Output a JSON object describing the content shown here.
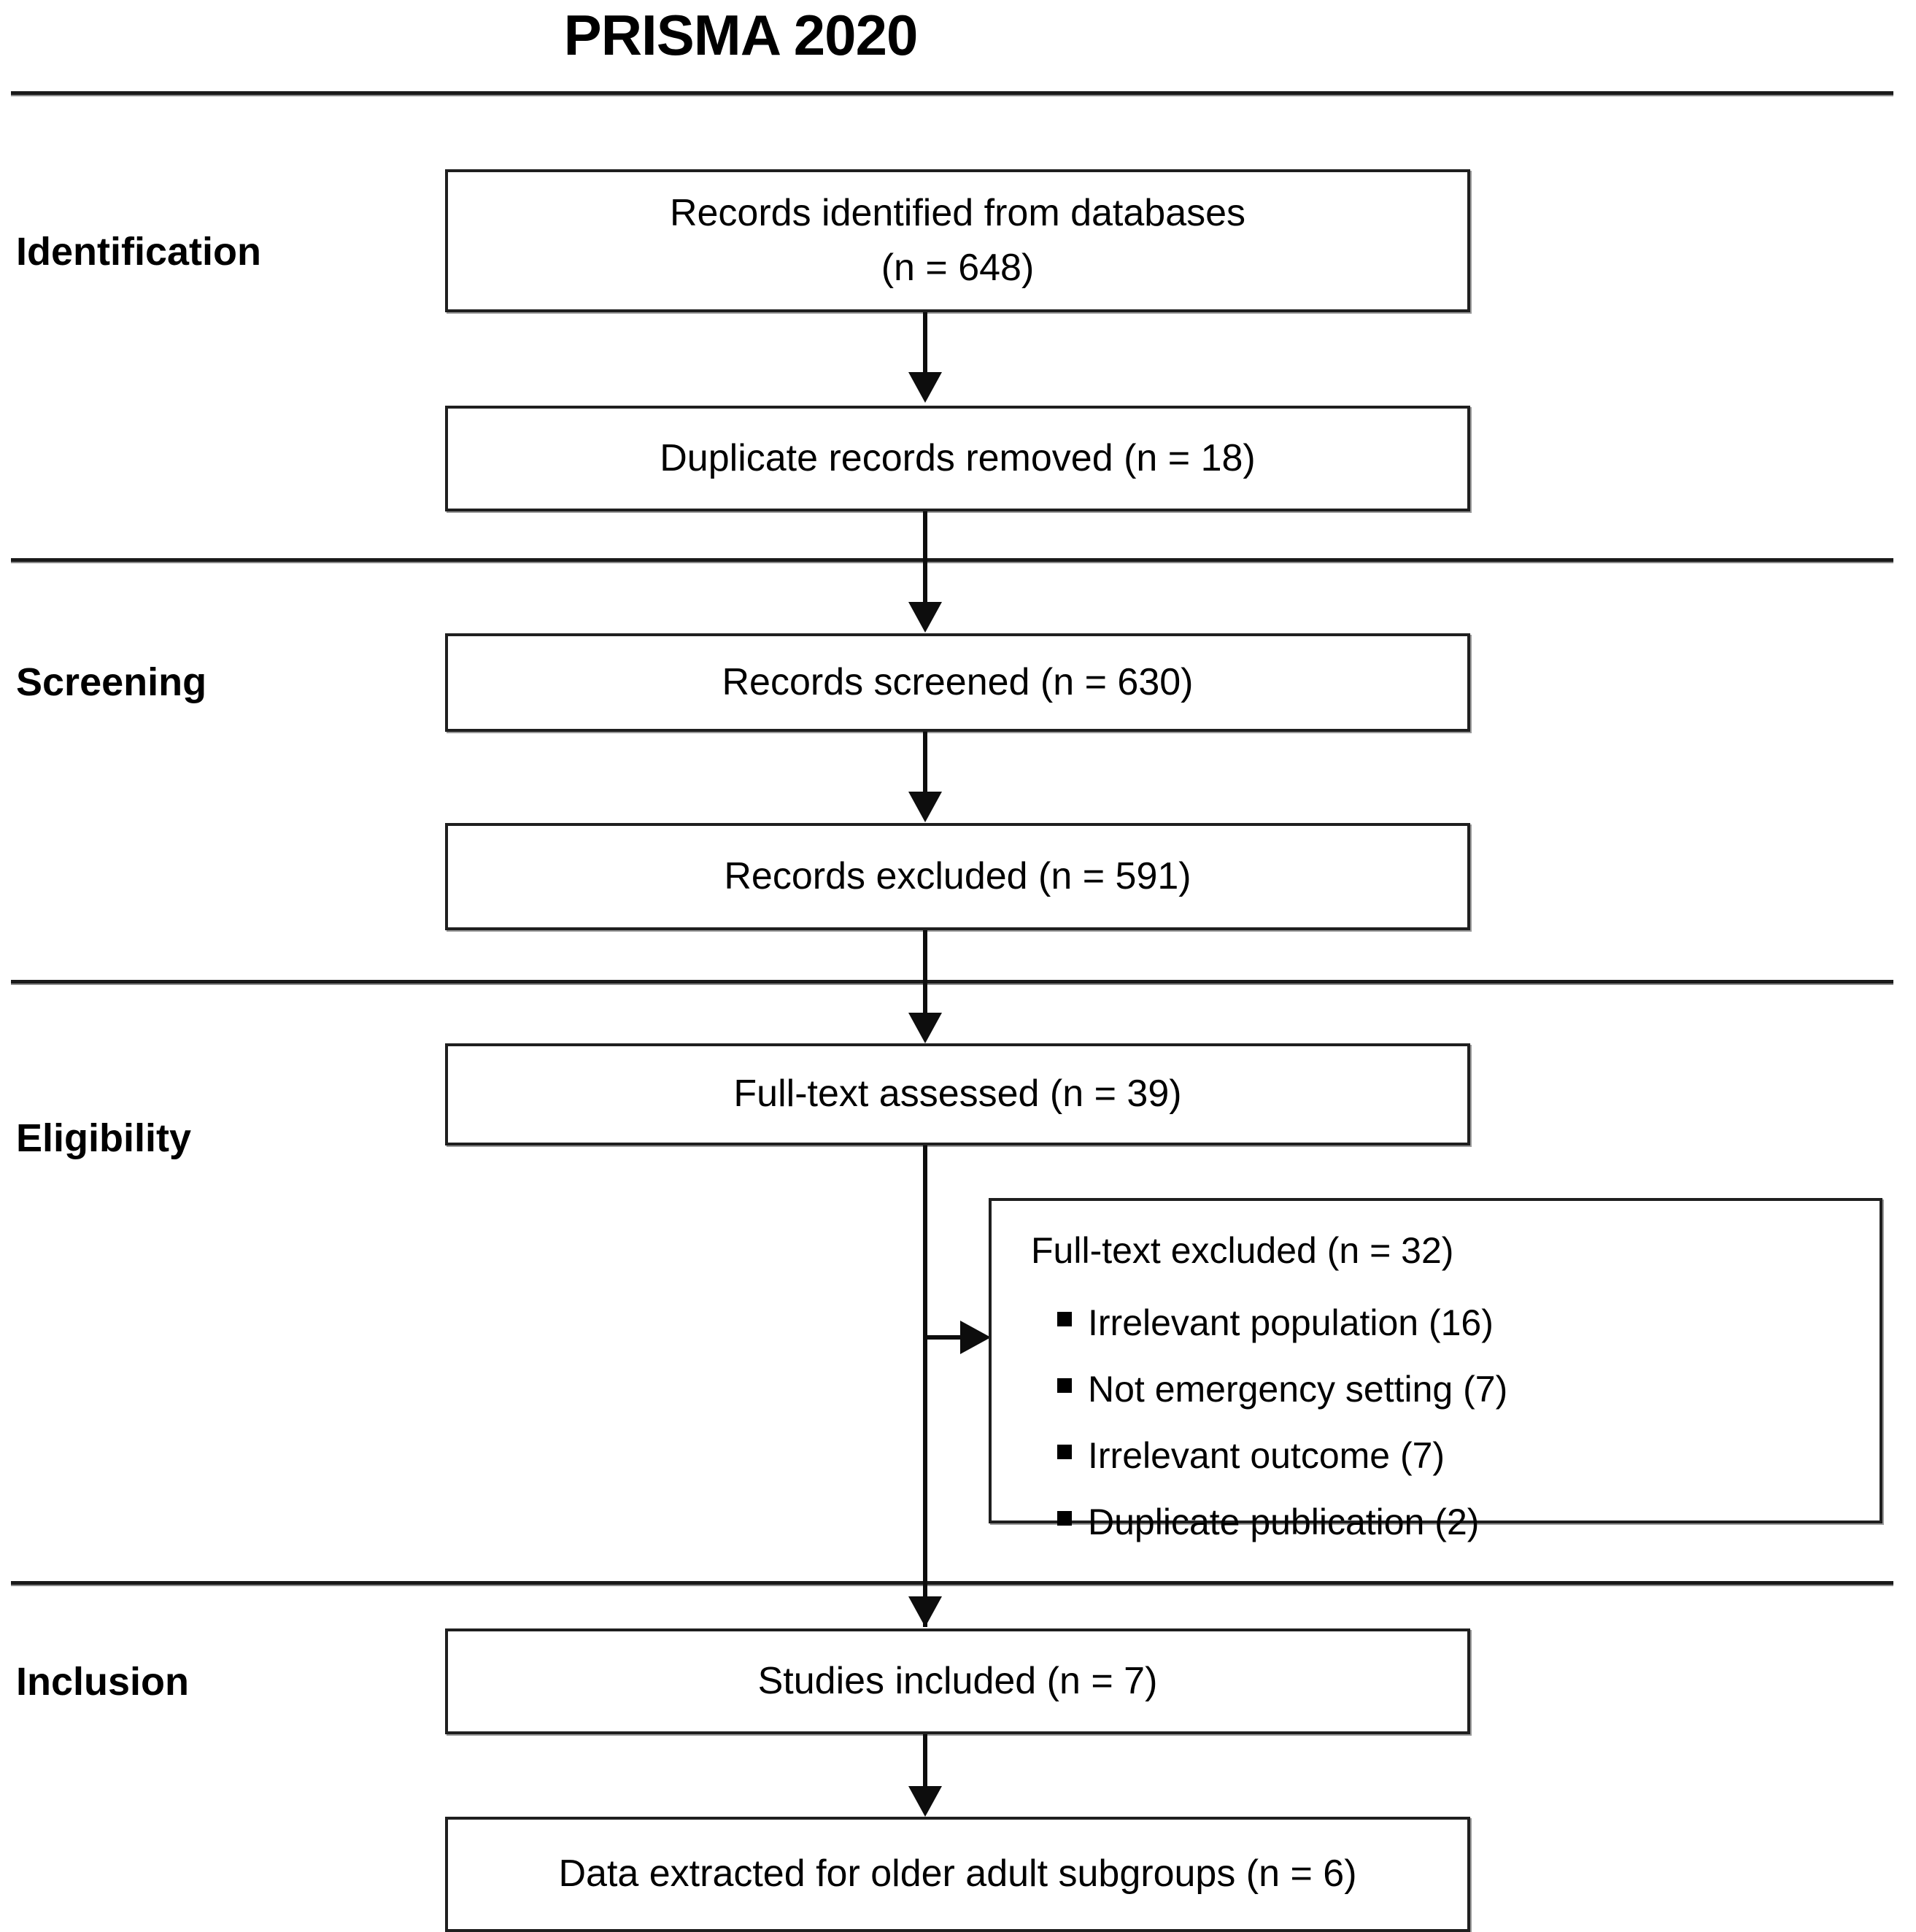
{
  "diagram": {
    "title": "PRISMA 2020",
    "stages": [
      {
        "label": "Identification"
      },
      {
        "label": "Screening"
      },
      {
        "label": "Eligibility"
      },
      {
        "label": "Inclusion"
      }
    ],
    "boxes": [
      {
        "line1": "Records identified from databases",
        "line2": "(n = 648)"
      },
      {
        "line1": "Duplicate records removed (n = 18)"
      },
      {
        "line1": "Records screened (n = 630)"
      },
      {
        "line1": "Records excluded (n = 591)"
      },
      {
        "line1": "Full-text assessed (n = 39)"
      },
      {
        "line1": "Studies included (n = 7)"
      },
      {
        "line1": "Data extracted for older adult subgroups (n = 6)"
      }
    ],
    "exclusions": {
      "title": "Full-text excluded (n = 32)",
      "reasons": [
        "Irrelevant population  (16)",
        "Not emergency setting (7)",
        "Irrelevant outcome (7)",
        "Duplicate publication (2)"
      ]
    }
  },
  "chart_data": {
    "type": "diagram",
    "title": "PRISMA 2020",
    "nodes": [
      {
        "id": "identified",
        "stage": "Identification",
        "label": "Records identified from databases",
        "n": 648
      },
      {
        "id": "duplicates",
        "stage": "Identification",
        "label": "Duplicate records removed",
        "n": 18
      },
      {
        "id": "screened",
        "stage": "Screening",
        "label": "Records screened",
        "n": 630
      },
      {
        "id": "excluded",
        "stage": "Screening",
        "label": "Records excluded",
        "n": 591
      },
      {
        "id": "fulltext",
        "stage": "Eligibility",
        "label": "Full-text assessed",
        "n": 39
      },
      {
        "id": "fulltext_excluded",
        "stage": "Eligibility",
        "label": "Full-text excluded",
        "n": 32
      },
      {
        "id": "included",
        "stage": "Inclusion",
        "label": "Studies included",
        "n": 7
      },
      {
        "id": "extracted",
        "stage": "Inclusion",
        "label": "Data extracted for older adult subgroups",
        "n": 6
      }
    ],
    "exclusion_reasons": [
      {
        "reason": "Irrelevant population",
        "count": 16
      },
      {
        "reason": "Not emergency setting",
        "count": 7
      },
      {
        "reason": "Irrelevant outcome",
        "count": 7
      },
      {
        "reason": "Duplicate publication",
        "count": 2
      }
    ],
    "edges": [
      {
        "from": "identified",
        "to": "duplicates"
      },
      {
        "from": "duplicates",
        "to": "screened"
      },
      {
        "from": "screened",
        "to": "excluded"
      },
      {
        "from": "excluded",
        "to": "fulltext"
      },
      {
        "from": "fulltext",
        "to": "fulltext_excluded"
      },
      {
        "from": "fulltext",
        "to": "included"
      },
      {
        "from": "included",
        "to": "extracted"
      }
    ]
  }
}
